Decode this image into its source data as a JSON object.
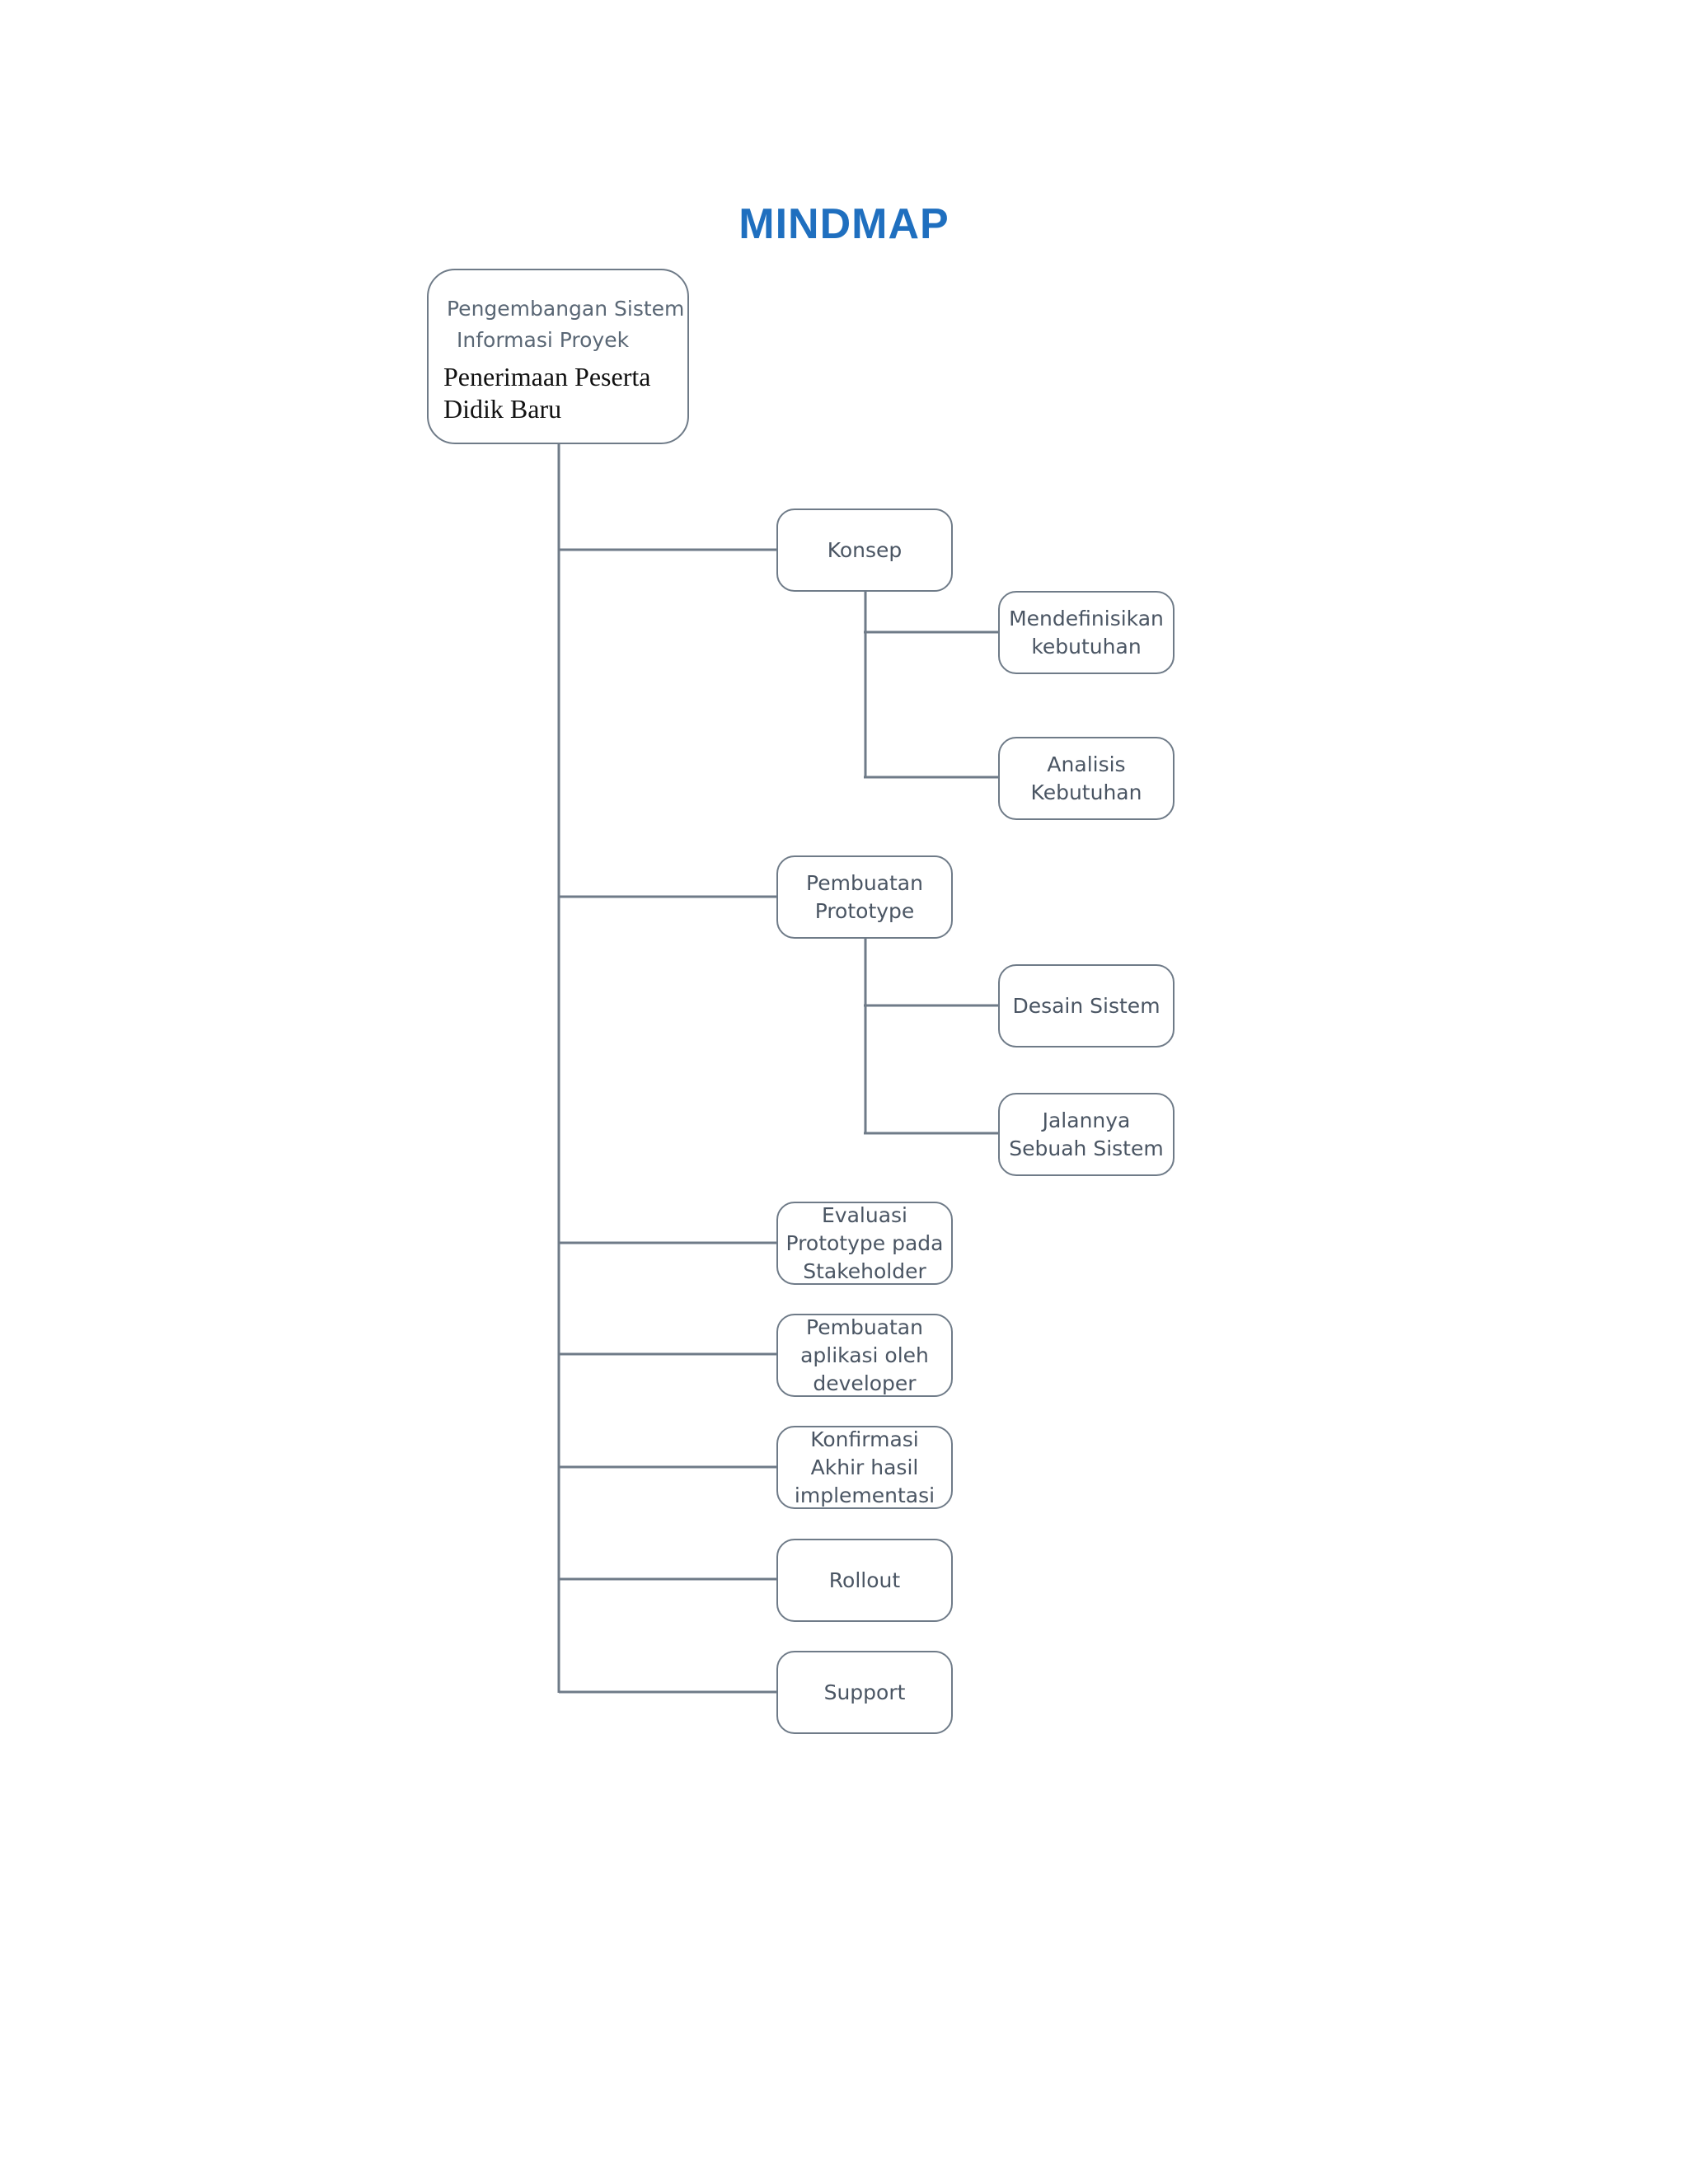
{
  "title": "MINDMAP",
  "colors": {
    "title": "#1f6fbf",
    "box_border": "#6f7b88",
    "connector": "#6f7b88"
  },
  "root": {
    "subtitle_lines": [
      "Pengembangan Sistem",
      "Informasi Proyek"
    ],
    "title_lines": [
      "Penerimaan Peserta",
      "Didik Baru"
    ]
  },
  "branches": [
    {
      "lines": [
        "Konsep"
      ],
      "children": [
        {
          "lines": [
            "Mendefinisikan",
            "kebutuhan"
          ]
        },
        {
          "lines": [
            "Analisis",
            "Kebutuhan"
          ]
        }
      ]
    },
    {
      "lines": [
        "Pembuatan",
        "Prototype"
      ],
      "children": [
        {
          "lines": [
            "Desain Sistem"
          ]
        },
        {
          "lines": [
            "Jalannya",
            "Sebuah Sistem"
          ]
        }
      ]
    },
    {
      "lines": [
        "Evaluasi",
        "Prototype pada",
        "Stakeholder"
      ]
    },
    {
      "lines": [
        "Pembuatan",
        "aplikasi oleh",
        "developer"
      ]
    },
    {
      "lines": [
        "Konfirmasi",
        "Akhir hasil",
        "implementasi"
      ]
    },
    {
      "lines": [
        "Rollout"
      ]
    },
    {
      "lines": [
        "Support"
      ]
    }
  ]
}
